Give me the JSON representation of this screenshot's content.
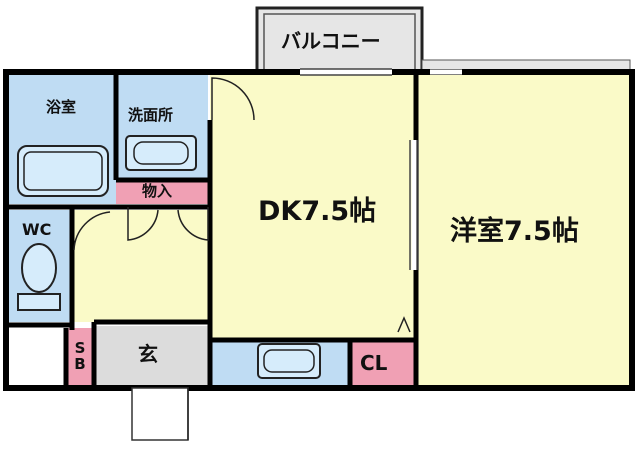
{
  "floor_plan": {
    "rooms": {
      "balcony": "バルコニー",
      "bath": "浴室",
      "washroom": "洗面所",
      "storage": "物入",
      "toilet": "WC",
      "dk": "DK7.5帖",
      "western_room": "洋室7.5帖",
      "shoe_box": "SB",
      "entrance": "玄",
      "closet": "CL"
    },
    "colors": {
      "wall": "#000000",
      "wet_area": "#bfdcf3",
      "fixture": "#d6ecfb",
      "living": "#fafac8",
      "storage_pink": "#f0a0b4",
      "entrance_floor": "#dcdcdc",
      "balcony_floor": "#e6e6e6"
    }
  }
}
